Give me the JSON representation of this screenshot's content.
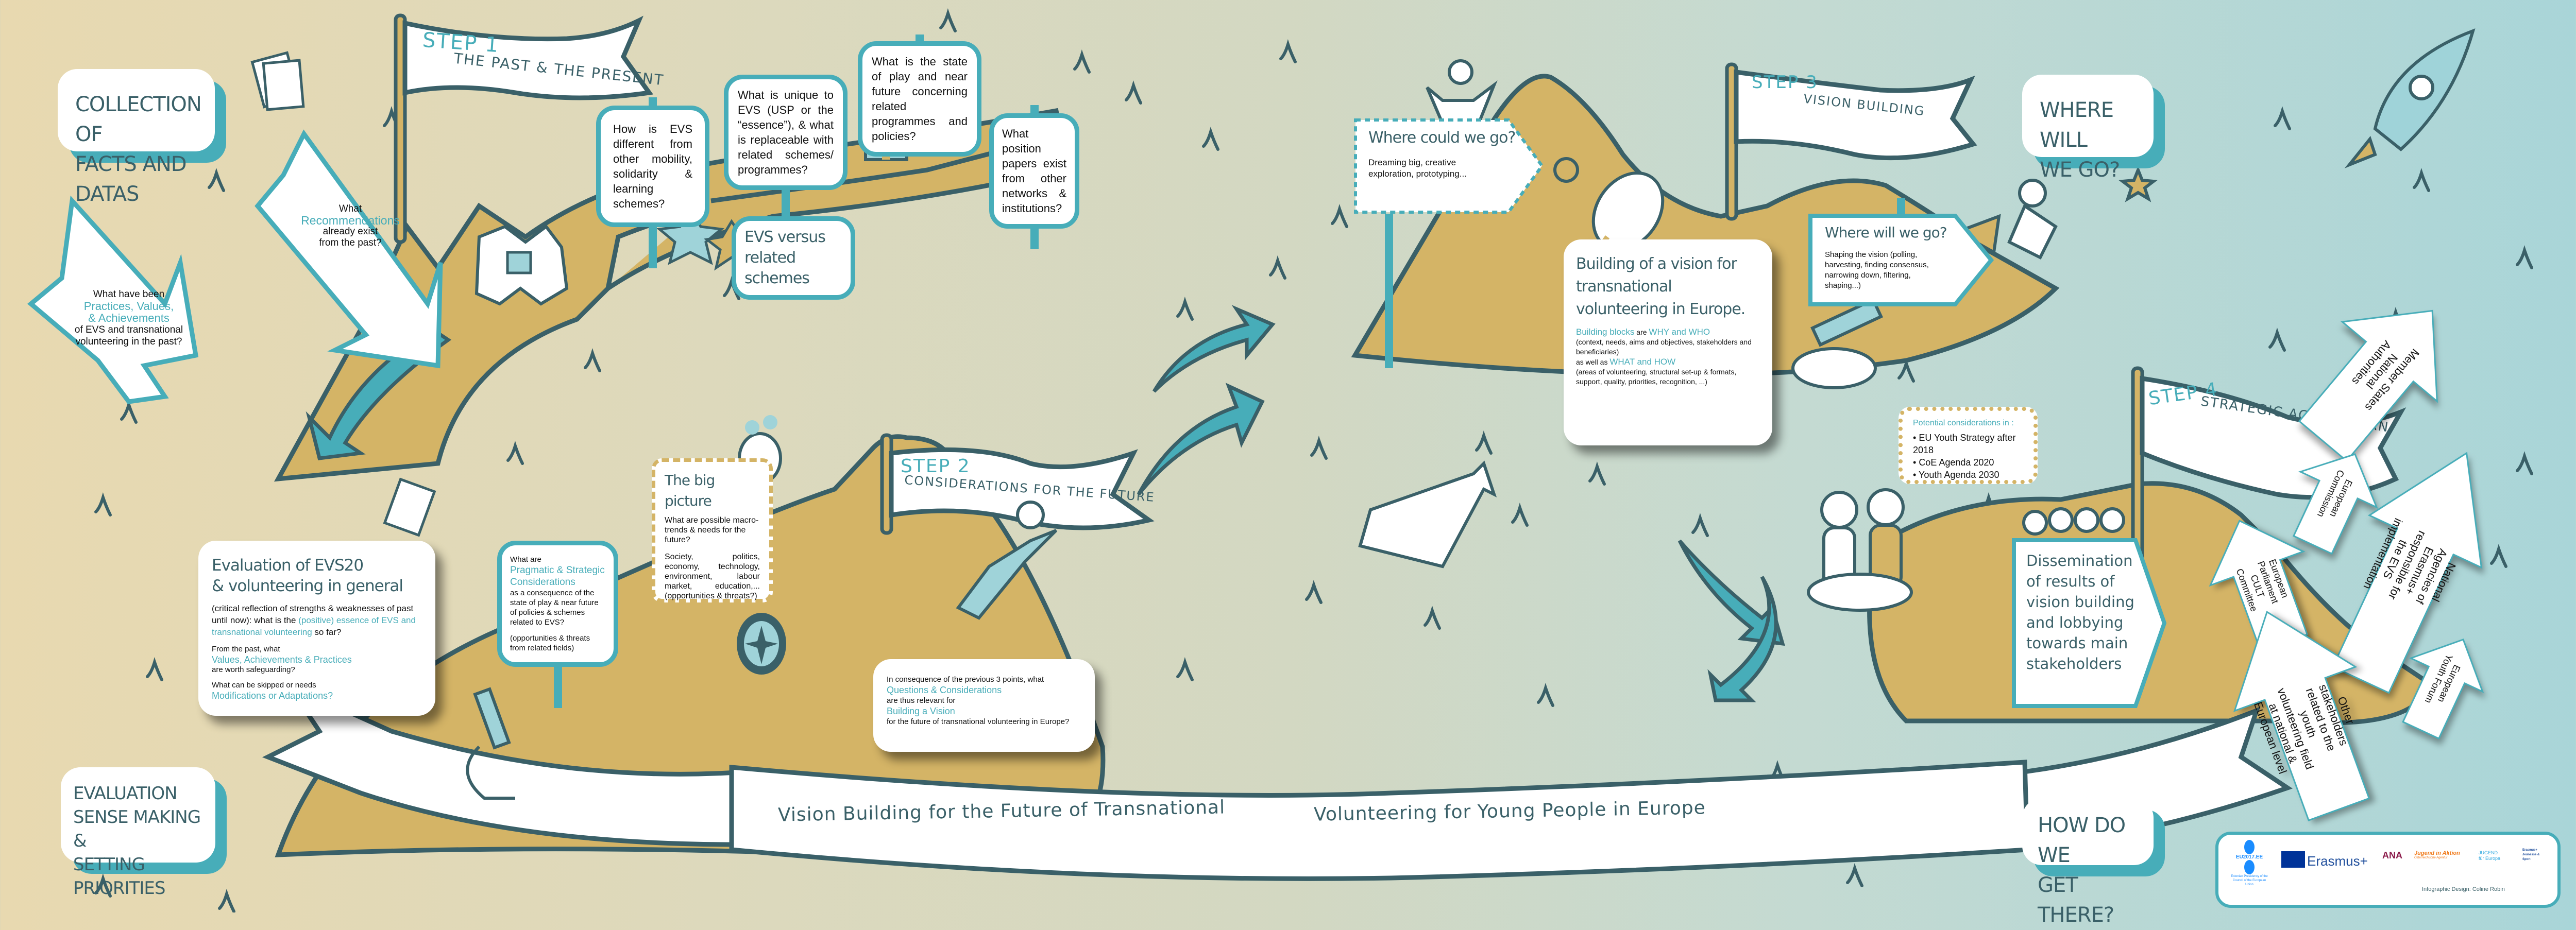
{
  "colors": {
    "teal": "#47adb9",
    "dark_teal": "#3a6068",
    "sand": "#d4b466",
    "white": "#ffffff"
  },
  "phases": {
    "collection": [
      "Collection of",
      "facts and datas"
    ],
    "evaluation": [
      "Evaluation",
      "sense making &",
      "setting priorities"
    ],
    "where_will": [
      "Where will",
      "we go?"
    ],
    "how_get": [
      "How do we",
      "get there?"
    ]
  },
  "steps": [
    {
      "label": "STEP 1",
      "title": "THE PAST & THE PRESENT"
    },
    {
      "label": "STEP 2",
      "title": "CONSIDERATIONS FOR THE FUTURE"
    },
    {
      "label": "STEP 3",
      "title": "VISION BUILDING"
    },
    {
      "label": "STEP 4",
      "title": "STRATEGIC ACTION PLAN"
    }
  ],
  "step1": {
    "recommendations": {
      "a": "What",
      "b": "Recommendations",
      "c": "already exist",
      "d": "from the past?"
    },
    "practices": {
      "a": "What have been",
      "b": "Practices, Values,",
      "c": "& Achievements",
      "d": "of EVS and transnational",
      "e": "volunteering in the past?"
    },
    "signs": [
      "How is EVS different from other mobility, solidarity & learning schemes?",
      "What is unique to EVS (USP or the “essence”), & what is replaceable with related schemes/ programmes?",
      "What is the state of play and near future concerning related programmes and policies?",
      "What position papers exist from other networks & institutions?"
    ],
    "versus": [
      "EVS versus",
      "related schemes"
    ]
  },
  "evaluation_card": {
    "title": [
      "Evaluation of EVS20",
      "& volunteering in general"
    ],
    "p1a": "(critical reflection of strengths & weaknesses of past until now): what is the ",
    "p1b": "(positive) essence of EVS and transnational volunteering",
    "p1c": " so far?",
    "p2a": "From the past, what",
    "p2b": "Values, Achievements & Practices",
    "p2c": "are worth safeguarding?",
    "p3a": "What can be skipped or needs",
    "p3b": "Modifications or Adaptations?"
  },
  "pragmatic": {
    "a": "What are",
    "b": "Pragmatic & Strategic Considerations",
    "c": "as a consequence of the state of play & near future of policies & schemes related to EVS?",
    "d": "(opportunities & threats from related fields)"
  },
  "big_picture": {
    "title": "The big picture",
    "q": "What are possible macro-trends & needs for the future?",
    "list": "Society, politics, economy, technology, environment, labour market, education,... (opportunities & threats?)"
  },
  "consequence": {
    "a": "In consequence of the previous 3 points, what",
    "b": "Questions & Considerations",
    "c": "are thus relevant for",
    "d": "Building a Vision",
    "e": "for the future of transnational volunteering in Europe?"
  },
  "where_could": {
    "title": "Where could we go?",
    "text": "Dreaming big, creative exploration, prototyping..."
  },
  "building": {
    "title": "Building of a vision for transnational volunteering in Europe.",
    "blocks": "Building blocks",
    "are": " are ",
    "why_who": "WHY and WHO",
    "why_who_detail": "(context, needs, aims and objectives, stakeholders and beneficiaries)",
    "as_well": "as well as ",
    "what_how": "WHAT and HOW",
    "what_how_detail": "(areas of volunteering, structural set-up & formats, support, quality, priorities, recognition, ...)"
  },
  "where_will_sign": {
    "title": "Where will we go?",
    "text": "Shaping the vision (polling, harvesting, finding consensus, narrowing down, filtering, shaping...)"
  },
  "potential": {
    "title": "Potential considerations in :",
    "items": [
      "EU Youth Strategy after 2018",
      "CoE Agenda 2020",
      "Youth Agenda 2030"
    ]
  },
  "dissemination": "Dissemination of results of vision building and lobbying towards main stakeholders",
  "stakeholders": [
    "Member States National Authorities",
    "European Commission",
    "National Agencies of Erasmus+ responsible for the EVS implementation",
    "European Parliament CULT Committee",
    "Other stakeholders related to the youth volunteering field at national & European level",
    "European Youth Forum"
  ],
  "banner": [
    "Vision Building for the Future of Transnational",
    "Volunteering for Young People in Europe"
  ],
  "footer": {
    "eu2017": "EU2017.EE",
    "eu2017_caption": "Estonian Presidency of the Council of the European Union",
    "erasmus": "Erasmus+",
    "ana": "ANA",
    "jugend_aktion": "Jugend in Aktion",
    "jugend_aktion_sub": "Österreichische Agentur",
    "jugend_europa": "JUGEND für Europa",
    "erasmus_js": "Erasmus+ Jeunesse & Sport",
    "credit": "Infographic Design: Coline Robin"
  }
}
